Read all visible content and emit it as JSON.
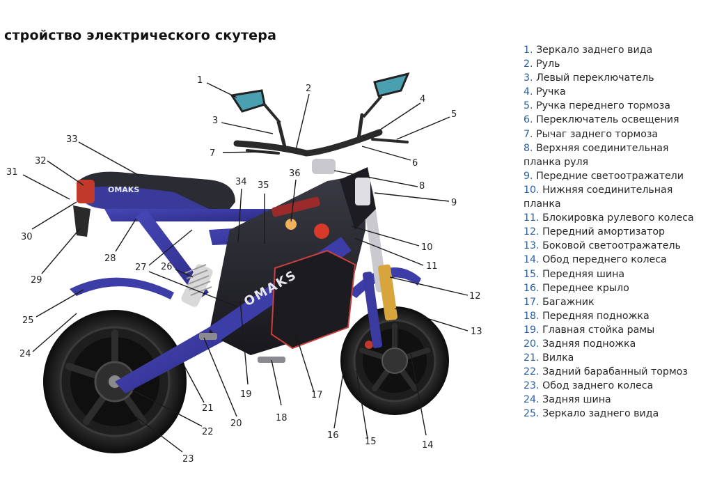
{
  "title": "стройство электрического скутера",
  "brand": "OMAKS",
  "colors": {
    "frame": "#3a3aa0",
    "frame_dark": "#23246b",
    "seat": "#2a2b33",
    "tire": "#151515",
    "legend_number": "#2b5f9e"
  },
  "callouts": [
    "1",
    "2",
    "3",
    "4",
    "5",
    "6",
    "7",
    "8",
    "9",
    "10",
    "11",
    "12",
    "13",
    "14",
    "15",
    "16",
    "17",
    "18",
    "19",
    "20",
    "21",
    "22",
    "23",
    "24",
    "25",
    "26",
    "27",
    "28",
    "29",
    "30",
    "31",
    "32",
    "33",
    "34",
    "35",
    "36"
  ],
  "legend": [
    {
      "num": "1.",
      "text": "Зеркало заднего вида"
    },
    {
      "num": "2.",
      "text": "Руль"
    },
    {
      "num": "3.",
      "text": "Левый переключатель"
    },
    {
      "num": "4.",
      "text": "Ручка"
    },
    {
      "num": "5.",
      "text": "Ручка переднего тормоза"
    },
    {
      "num": "6.",
      "text": "Переключатель освещения"
    },
    {
      "num": "7.",
      "text": "Рычаг заднего тормоза"
    },
    {
      "num": "8.",
      "text": "Верхняя соединительная"
    },
    {
      "num": "",
      "text": "планка руля"
    },
    {
      "num": "9.",
      "text": "Передние светоотражатели"
    },
    {
      "num": "10.",
      "text": "Нижняя соединительная"
    },
    {
      "num": "",
      "text": "планка"
    },
    {
      "num": "11.",
      "text": "Блокировка рулевого колеса"
    },
    {
      "num": "12.",
      "text": "Передний амортизатор"
    },
    {
      "num": "13.",
      "text": "Боковой светоотражатель"
    },
    {
      "num": "14.",
      "text": "Обод переднего колеса"
    },
    {
      "num": "15.",
      "text": "Передняя шина"
    },
    {
      "num": "16.",
      "text": "Переднее крыло"
    },
    {
      "num": "17.",
      "text": "Багажник"
    },
    {
      "num": "18.",
      "text": "Передняя подножка"
    },
    {
      "num": "19.",
      "text": "Главная стойка рамы"
    },
    {
      "num": "20.",
      "text": "Задняя подножка"
    },
    {
      "num": "21.",
      "text": "Вилка"
    },
    {
      "num": "22.",
      "text": "Задний барабанный тормоз"
    },
    {
      "num": "23.",
      "text": "Обод заднего колеса"
    },
    {
      "num": "24.",
      "text": "Задняя шина"
    },
    {
      "num": "25.",
      "text": "Зеркало заднего вида"
    }
  ]
}
